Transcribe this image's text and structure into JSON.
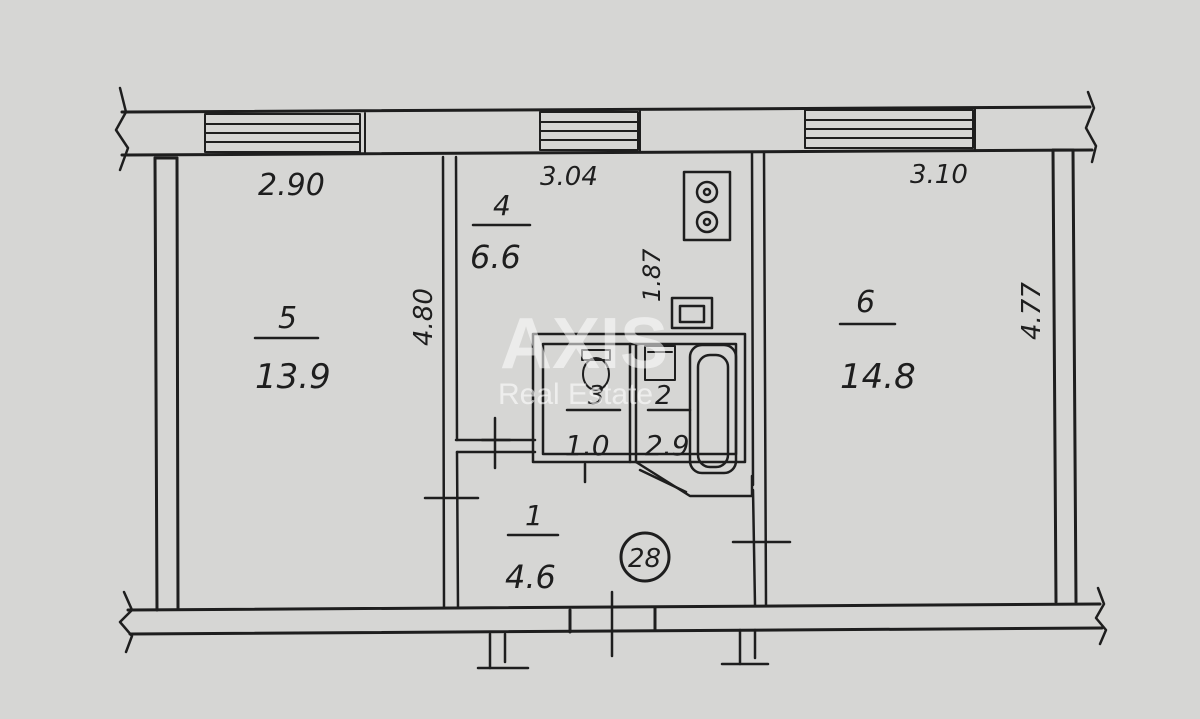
{
  "plan": {
    "dimensions": {
      "room5_width": "2.90",
      "room4_width": "3.04",
      "room6_width": "3.10",
      "room5_depth": "4.80",
      "kitchen_depth": "1.87",
      "room6_depth": "4.77"
    },
    "rooms": [
      {
        "number": "5",
        "area": "13.9"
      },
      {
        "number": "4",
        "area": "6.6"
      },
      {
        "number": "6",
        "area": "14.8"
      },
      {
        "number": "3",
        "area": "1.0"
      },
      {
        "number": "2",
        "area": "2.9"
      },
      {
        "number": "1",
        "area": "4.6"
      }
    ],
    "apartment_number": "28"
  },
  "watermark": {
    "brand": "AXIS",
    "tagline": "Real Estate"
  },
  "colors": {
    "paper": "#d6d6d4",
    "ink": "#1e1e1e",
    "watermark": "#ffffff"
  }
}
